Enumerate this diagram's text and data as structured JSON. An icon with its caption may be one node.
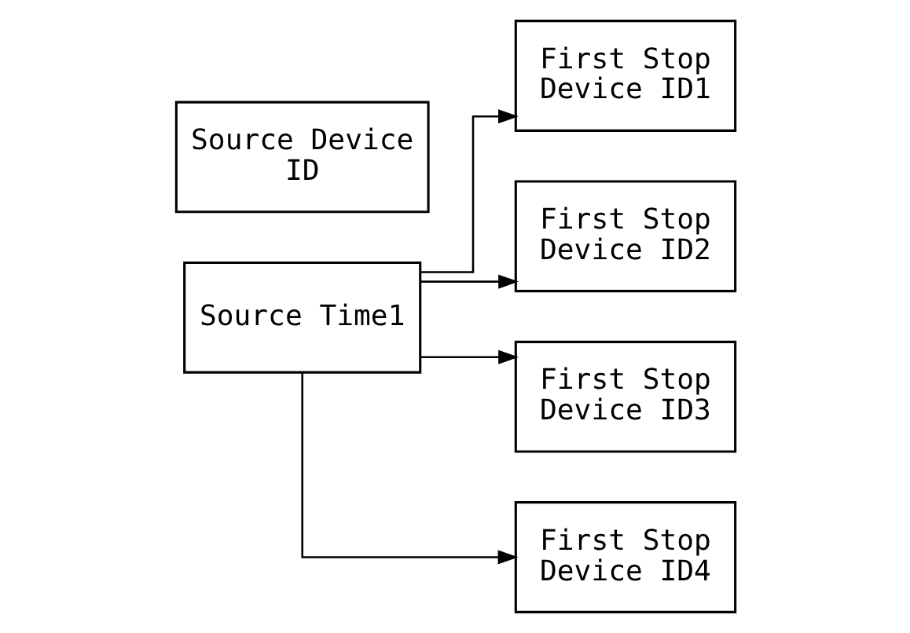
{
  "diagram": {
    "nodes": [
      {
        "text": [
          "Source Device ID"
        ]
      },
      {
        "text": [
          "Source Time1"
        ]
      },
      {
        "text": [
          "First Stop Device ID1"
        ]
      },
      {
        "text": [
          "First Stop Device ID2"
        ]
      },
      {
        "text": [
          "First Stop Device ID3"
        ]
      },
      {
        "text": [
          "First Stop Device ID4"
        ]
      }
    ],
    "edges": [
      {
        "from": 1,
        "to": 2,
        "arrow": "to"
      },
      {
        "from": 1,
        "to": 3,
        "arrow": "to"
      },
      {
        "from": 1,
        "to": 4,
        "arrow": "to"
      },
      {
        "from": 1,
        "to": 5,
        "arrow": "to"
      }
    ]
  }
}
